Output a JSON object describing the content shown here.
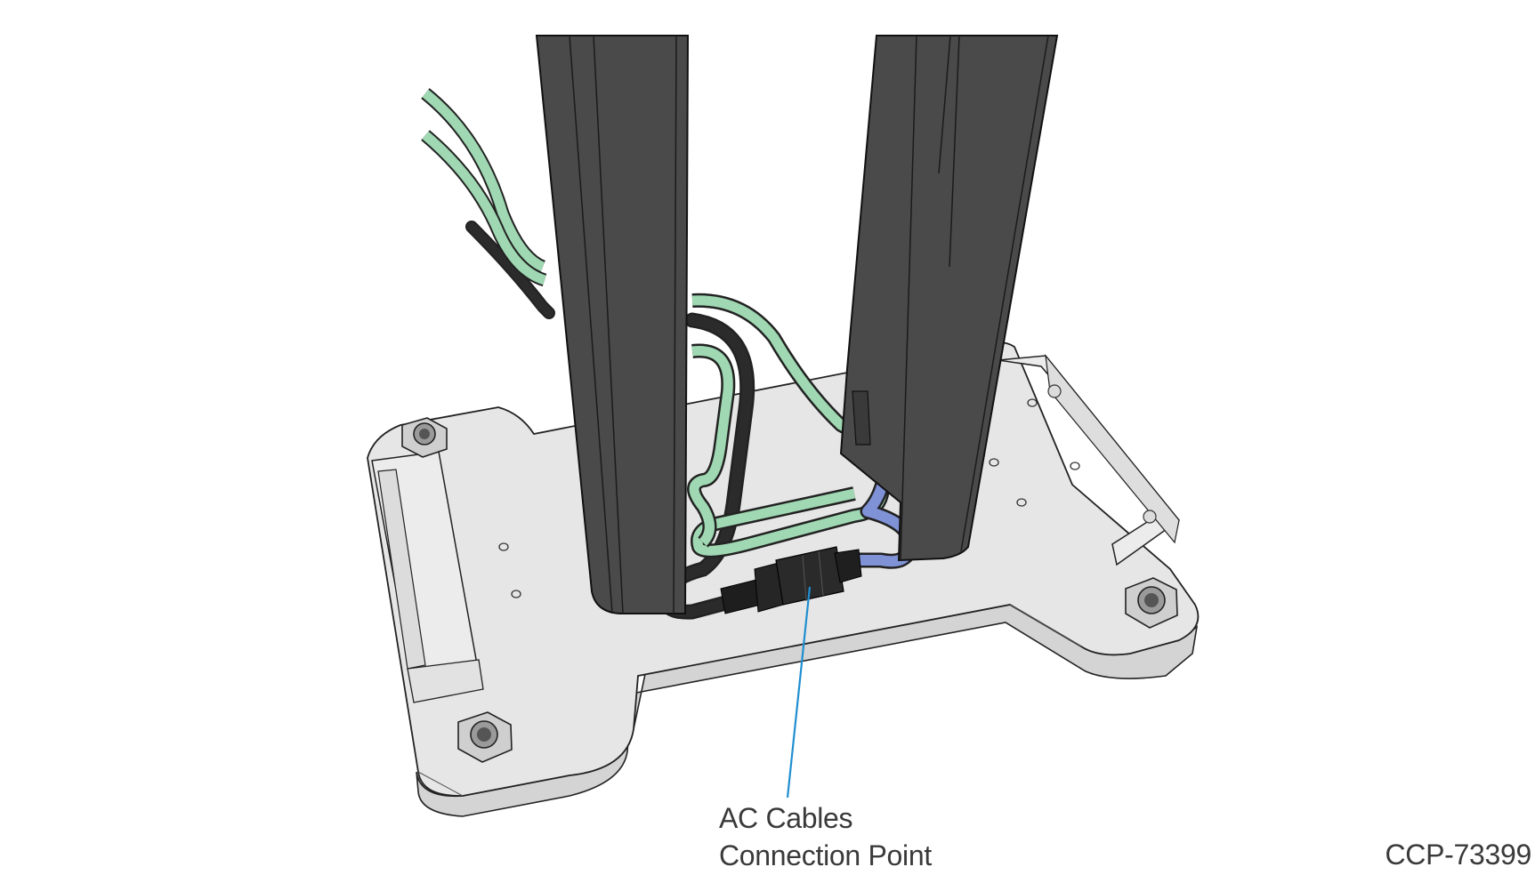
{
  "callout": {
    "line1": "AC Cables",
    "line2": "Connection Point"
  },
  "figure_id": "CCP-73399",
  "colors": {
    "background": "#ffffff",
    "base_plate": "#e6e6e6",
    "column": "#4a4a4a",
    "cable_green": "#9fd8b2",
    "cable_blue": "#7f92d6",
    "cable_black": "#2b2b2b",
    "leader_line": "#1f8fd0",
    "text": "#3a3a3a"
  }
}
